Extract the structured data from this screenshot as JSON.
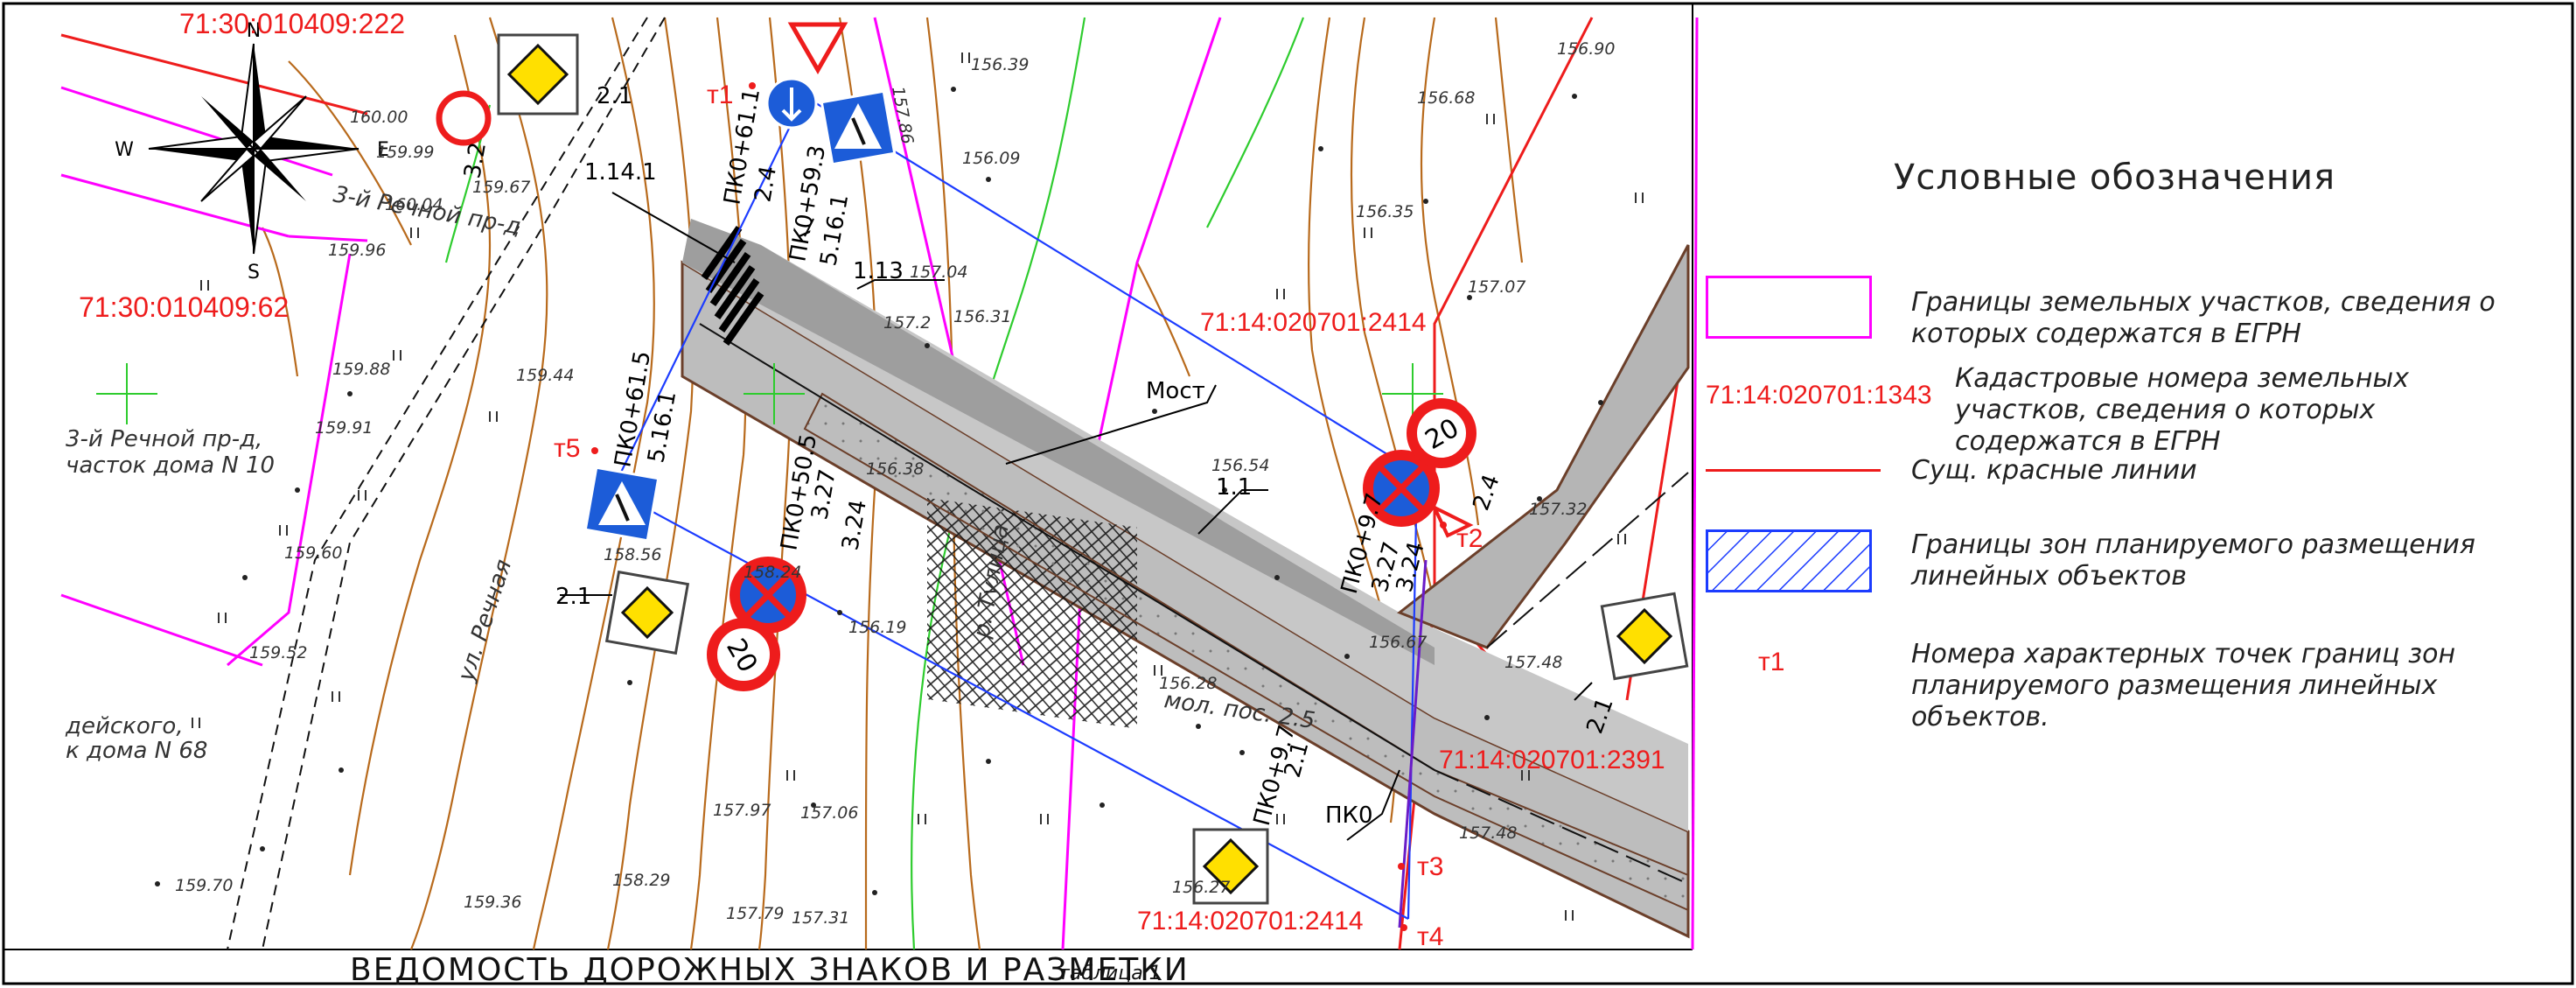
{
  "compass": {
    "n": "N",
    "s": "S",
    "w": "W",
    "e": "E"
  },
  "cadastral_labels": [
    {
      "text": "71:30:010409:222"
    },
    {
      "text": "71:30:010409:62"
    },
    {
      "text": "71:14:020701:2414"
    },
    {
      "text": "71:14:020701:2391"
    },
    {
      "text": "71:14:020701:2414"
    }
  ],
  "points": [
    {
      "text": "т1"
    },
    {
      "text": "т2"
    },
    {
      "text": "т3"
    },
    {
      "text": "т4"
    },
    {
      "text": "т5"
    }
  ],
  "pickets": [
    {
      "text": "ПК0+61.1"
    },
    {
      "text": "2.4"
    },
    {
      "text": "ПК0+59.3"
    },
    {
      "text": "5.16.1"
    },
    {
      "text": "ПК0+61.5"
    },
    {
      "text": "5.16.1"
    },
    {
      "text": "ПК0+50.5"
    },
    {
      "text": "3.27"
    },
    {
      "text": "3.24"
    },
    {
      "text": "ПК0+9.7"
    },
    {
      "text": "3.27"
    },
    {
      "text": "3.24"
    },
    {
      "text": "ПК0+9.7"
    },
    {
      "text": "2.1"
    },
    {
      "text": "ПК0"
    },
    {
      "text": "2.4"
    },
    {
      "text": "2.1"
    },
    {
      "text": "2.1"
    },
    {
      "text": "2.1"
    },
    {
      "text": "3.2"
    }
  ],
  "markings": [
    {
      "text": "1.14.1"
    },
    {
      "text": "1.13"
    },
    {
      "text": "1.1"
    },
    {
      "text": "Мост"
    }
  ],
  "place_labels": [
    {
      "text": "3-й Речной пр-д"
    },
    {
      "text": "3-й Речной пр-д,"
    },
    {
      "text": "часток дома N 10"
    },
    {
      "text": "ул. Речная"
    },
    {
      "text": "р. Тулица"
    },
    {
      "text": "мол. пос. 2.5"
    },
    {
      "text": "дейского,"
    },
    {
      "text": "к дома N 68"
    }
  ],
  "elevations": [
    "160.00",
    "159.99",
    "159.67",
    "160.04",
    "159.96",
    "159.88",
    "159.91",
    "159.44",
    "159.60",
    "159.52",
    "159.70",
    "159.36",
    "156.39",
    "156.09",
    "157.04",
    "156.31",
    "157.2",
    "156.38",
    "156.54",
    "156.68",
    "156.35",
    "157.07",
    "156.90",
    "157.32",
    "156.67",
    "157.48",
    "157.48",
    "156.28",
    "156.27",
    "156.19",
    "157.97",
    "157.06",
    "158.29",
    "157.79",
    "157.31",
    "158.24",
    "158.56",
    "157.86"
  ],
  "sign_plates": [
    {
      "text": "20"
    },
    {
      "text": "20"
    }
  ],
  "legend": {
    "title": "Условные обозначения",
    "items": [
      {
        "text": "Границы земельных участков, сведения о которых содержатся в ЕГРН",
        "symbol": "magenta-rectangle"
      },
      {
        "code": "71:14:020701:1343",
        "text": "Кадастровые номера земельных участков, сведения о которых содержатся в ЕГРН",
        "symbol": "red-code"
      },
      {
        "text": "Сущ. красные линии",
        "symbol": "red-line"
      },
      {
        "text": "Границы зон планируемого размещения линейных объектов",
        "symbol": "blue-hatch"
      },
      {
        "code": "т1",
        "text": "Номера характерных точек границ зон планируемого размещения линейных объектов.",
        "symbol": "red-code"
      }
    ]
  },
  "footer": {
    "title": "ВЕДОМОСТЬ ДОРОЖНЫХ ЗНАКОВ И РАЗМЕТКИ",
    "table_label": "таблица 1"
  },
  "colors": {
    "red_line": "#ee1c1c",
    "magenta": "#ff00ff",
    "blue": "#1c3cff",
    "contour": "#b86a1c",
    "green": "#2ecc2e",
    "road": "#b5b5b5"
  }
}
